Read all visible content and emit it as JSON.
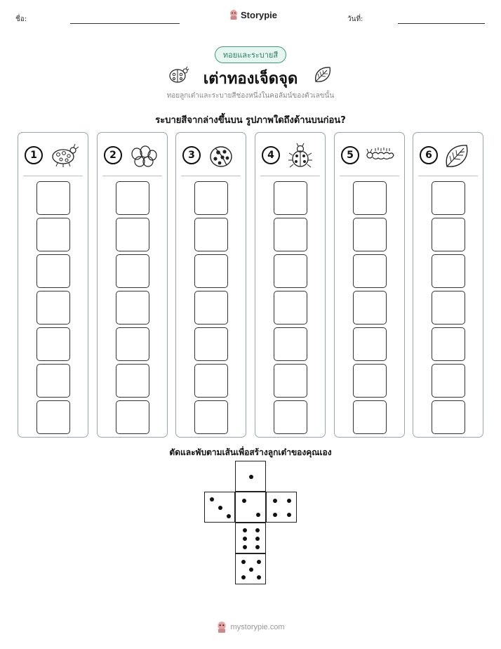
{
  "header": {
    "name_label": "ชื่อ:",
    "date_label": "วันที่:",
    "brand": "Storypie"
  },
  "badge": "ทอยและระบายสี",
  "title": "เต่าทองเจ็ดจุด",
  "subtitle": "ทอยลูกเต๋าและระบายสีช่องหนึ่งในคอลัมน์ของตัวเลขนั้น",
  "question": "ระบายสีจากล่างขึ้นบน รูปภาพใดถึงด้านบนก่อน?",
  "columns": [
    {
      "number": "1",
      "icon": "ladybug-spotted-icon"
    },
    {
      "number": "2",
      "icon": "eggs-icon"
    },
    {
      "number": "3",
      "icon": "ladybug-shell-icon"
    },
    {
      "number": "4",
      "icon": "ladybug-icon"
    },
    {
      "number": "5",
      "icon": "caterpillar-icon"
    },
    {
      "number": "6",
      "icon": "leaf-icon"
    }
  ],
  "cells_per_column": 7,
  "cut_instruction": "ตัดและพับตามเส้นเพื่อสร้างลูกเต๋าของคุณเอง",
  "dice_net": [
    1,
    3,
    2,
    4,
    6,
    5
  ],
  "footer": "mystorypie.com"
}
